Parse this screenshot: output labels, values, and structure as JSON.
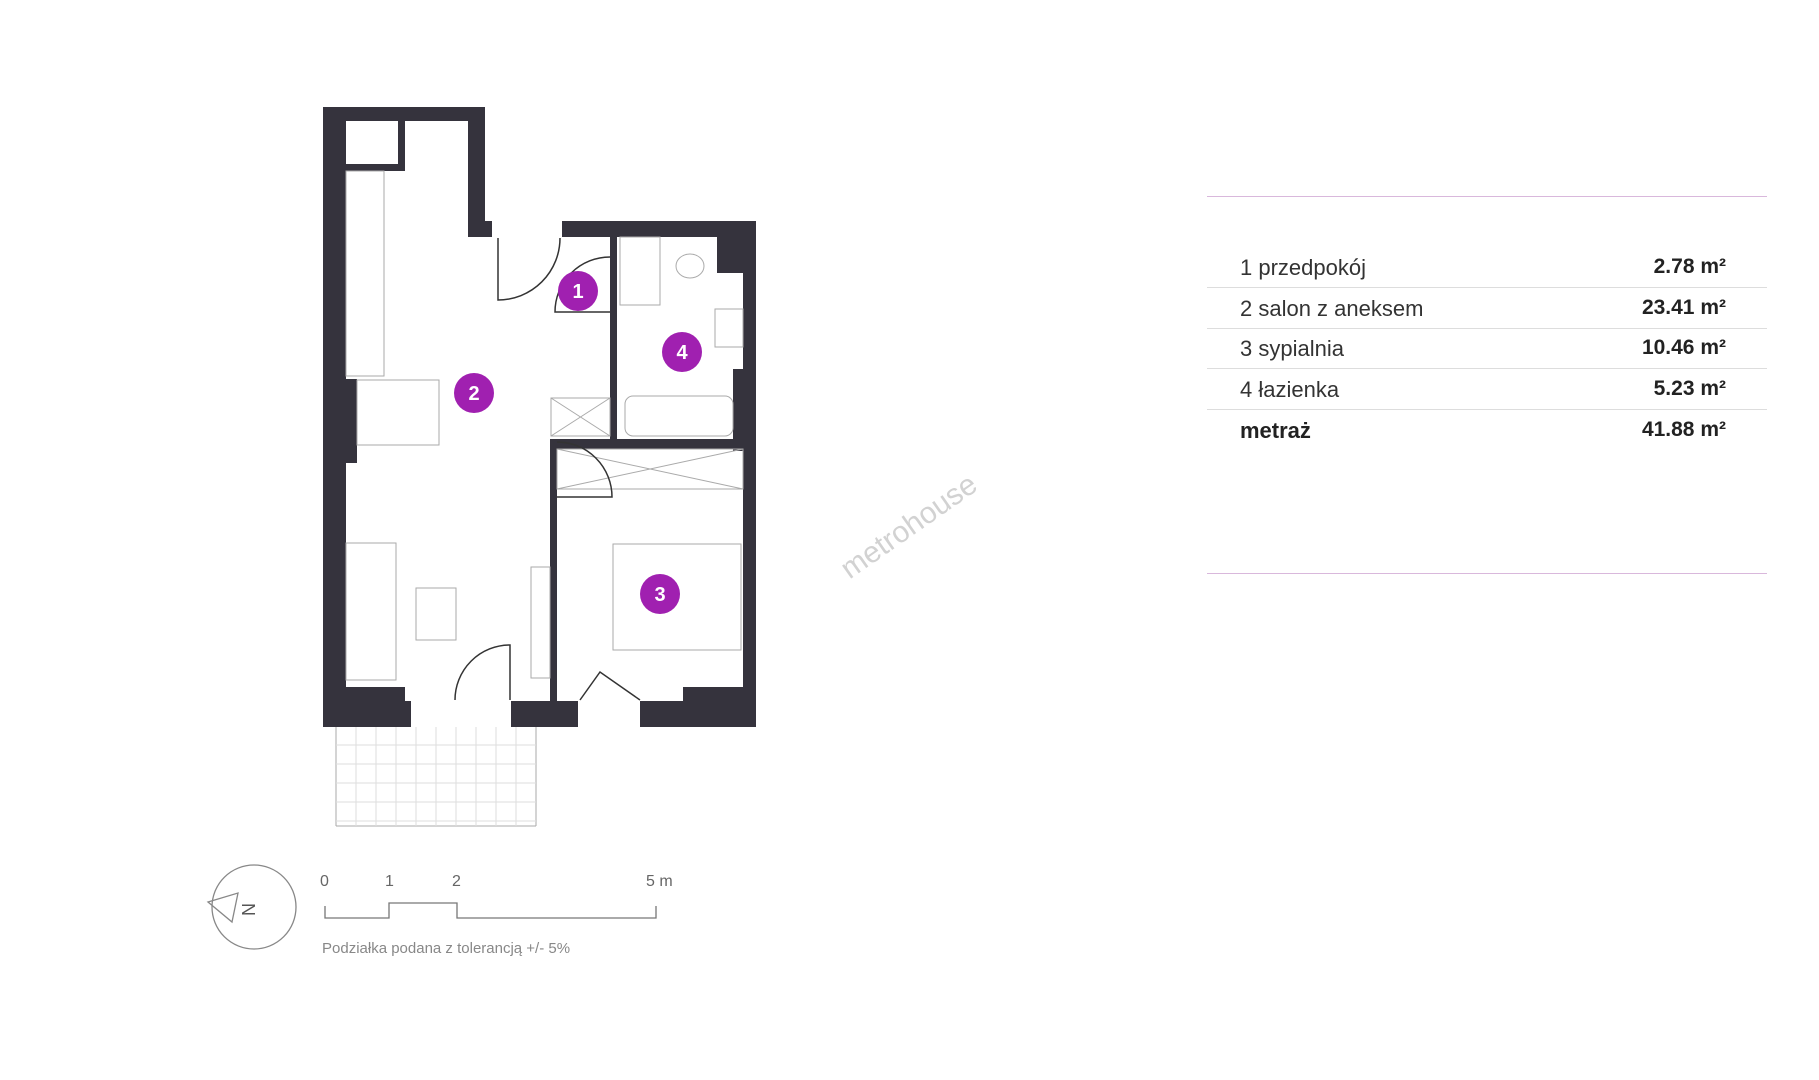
{
  "rooms": [
    {
      "num": "1",
      "name": "1  przedpokój",
      "area": "2.78 m²"
    },
    {
      "num": "2",
      "name": "2 salon z aneksem",
      "area": "23.41 m²"
    },
    {
      "num": "3",
      "name": "3 sypialnia",
      "area": "10.46 m²"
    },
    {
      "num": "4",
      "name": "4 łazienka",
      "area": "5.23 m²"
    }
  ],
  "total": {
    "label": "metraż",
    "area": "41.88 m²"
  },
  "scale": {
    "ticks": [
      "0",
      "1",
      "2",
      "5 m"
    ],
    "note": "Podziałka podana z tolerancją +/- 5%"
  },
  "compass": {
    "label": "N"
  },
  "watermark": "metrohouse",
  "colors": {
    "wall": "#35333d",
    "marker": "#a020b0",
    "divider": "#d9b8dc"
  }
}
